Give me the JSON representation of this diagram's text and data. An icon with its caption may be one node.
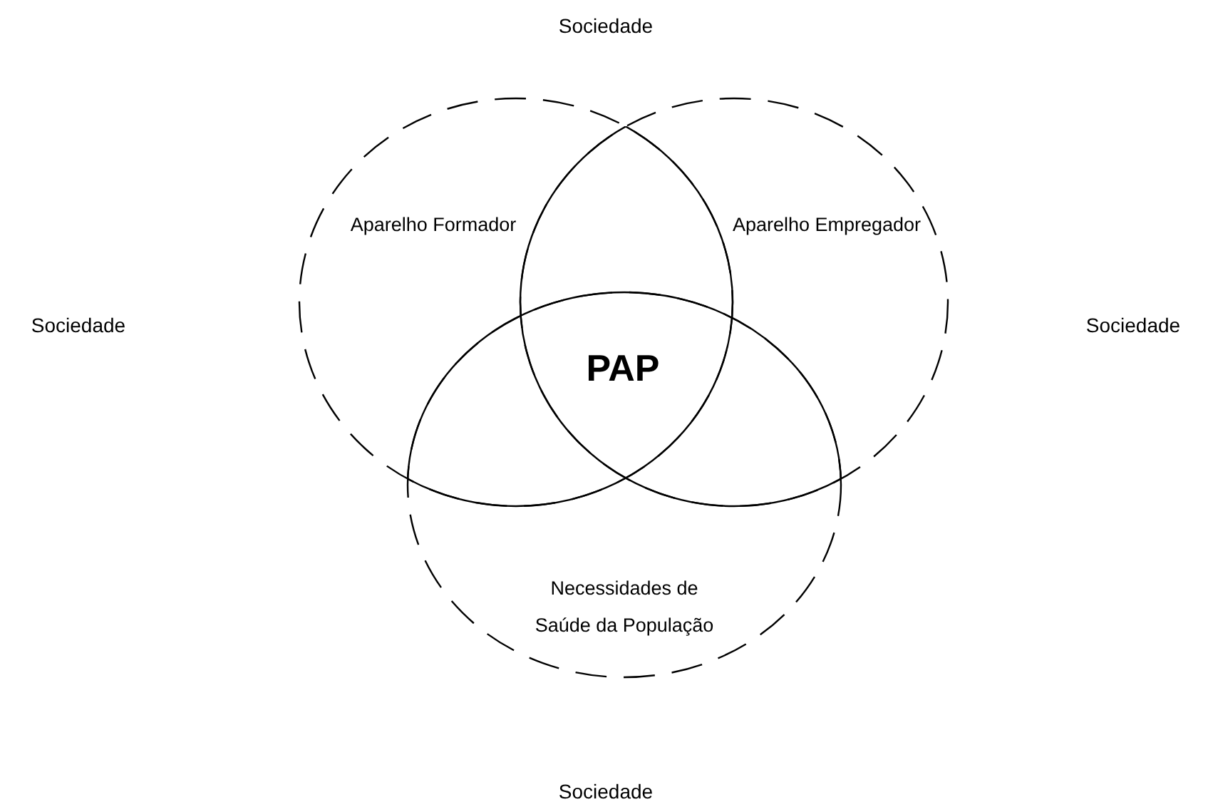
{
  "diagram": {
    "nodes": [
      {
        "text": [
          "Aparelho Formador"
        ]
      },
      {
        "text": [
          "Aparelho Empregador"
        ]
      },
      {
        "text": [
          "Necessidades de Saúde da População"
        ]
      }
    ],
    "edges": [],
    "labels": [
      "Sociedade",
      "Sociedade",
      "PAP",
      "Sociedade",
      "Sociedade"
    ]
  }
}
